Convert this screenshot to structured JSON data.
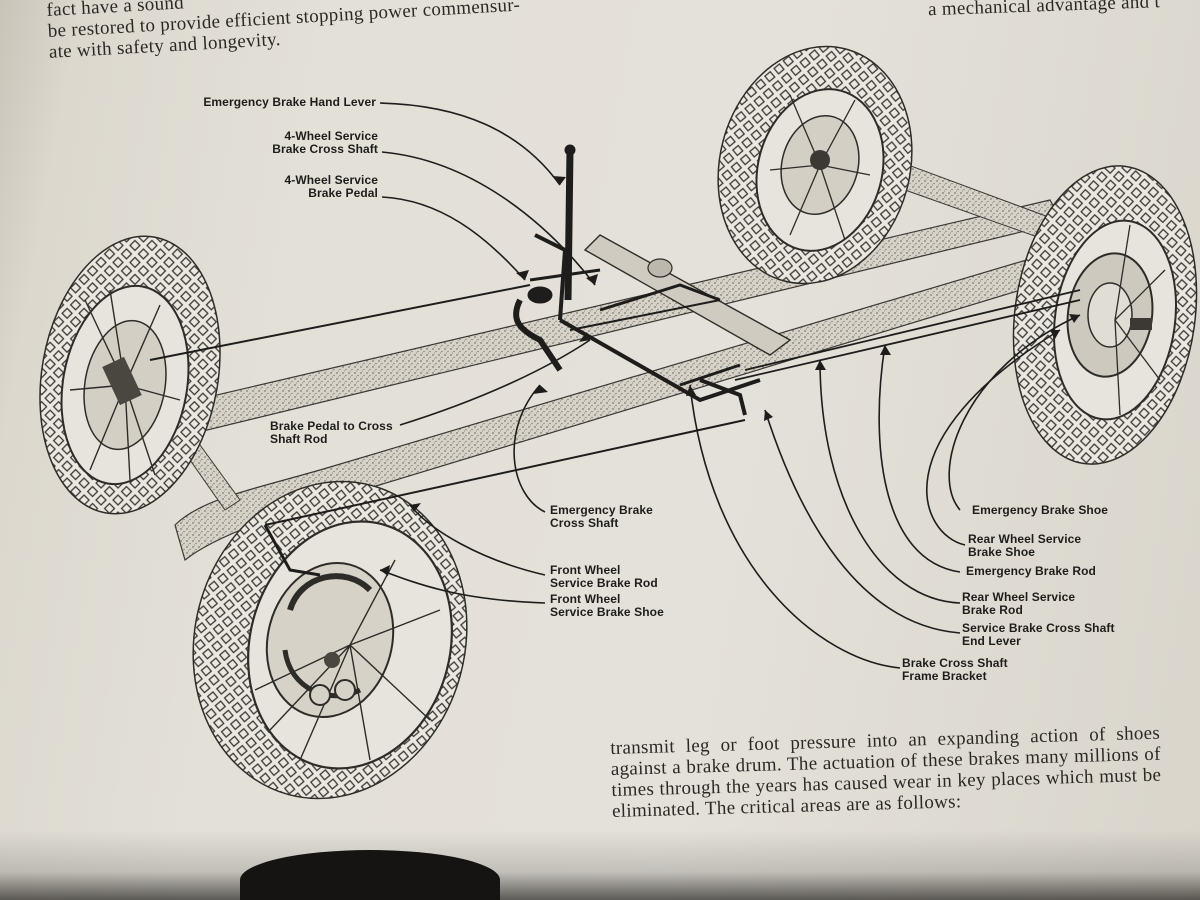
{
  "text": {
    "top_left_lines": [
      "fact have a sound",
      "be restored to provide efficient stopping power commensur-",
      "ate with safety and longevity."
    ],
    "top_right_line": "a mechanical advantage and t",
    "bottom_paragraph": "transmit leg or foot pressure into an expanding action of shoes against a brake drum. The actuation of these brakes many millions of times through the years has caused wear in key places which must be eliminated. The critical areas are as follows:"
  },
  "labels": {
    "emergency_hand_lever": "Emergency Brake Hand Lever",
    "cross_shaft_line1": "4-Wheel Service",
    "cross_shaft_line2": "Brake Cross Shaft",
    "pedal_line1": "4-Wheel Service",
    "pedal_line2": "Brake Pedal",
    "pedal_rod_line1": "Brake Pedal to Cross",
    "pedal_rod_line2": "Shaft Rod",
    "emergency_cross_line1": "Emergency Brake",
    "emergency_cross_line2": "Cross Shaft",
    "front_rod_line1": "Front Wheel",
    "front_rod_line2": "Service Brake Rod",
    "front_shoe_line1": "Front Wheel",
    "front_shoe_line2": "Service Brake Shoe",
    "emergency_shoe": "Emergency Brake Shoe",
    "rear_shoe_line1": "Rear Wheel Service",
    "rear_shoe_line2": "Brake Shoe",
    "emergency_rod": "Emergency Brake Rod",
    "rear_rod_line1": "Rear Wheel Service",
    "rear_rod_line2": "Brake Rod",
    "end_lever_line1": "Service Brake Cross Shaft",
    "end_lever_line2": "End Lever",
    "frame_bracket_line1": "Brake Cross Shaft",
    "frame_bracket_line2": "Frame Bracket"
  },
  "colors": {
    "paper": "#e4e1da",
    "ink": "#1e1d1b"
  }
}
